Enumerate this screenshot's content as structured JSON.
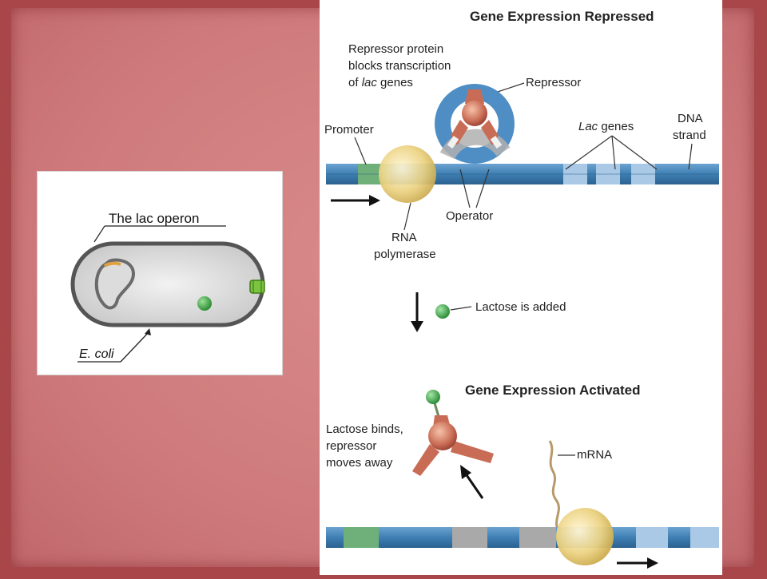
{
  "left_figure": {
    "title": "The lac operon",
    "cell_label": "E. coli"
  },
  "right_figure": {
    "repressed_title": "Gene Expression Repressed",
    "repressor_note_line1": "Repressor protein",
    "repressor_note_line2": "blocks transcription",
    "repressor_note_line3_prefix": "of ",
    "repressor_note_line3_italic": "lac",
    "repressor_note_line3_suffix": " genes",
    "repressor_label": "Repressor",
    "promoter_label": "Promoter",
    "lac_genes_italic": "Lac",
    "lac_genes_suffix": " genes",
    "dna_label_line1": "DNA",
    "dna_label_line2": "strand",
    "operator_label": "Operator",
    "rna_pol_line1": "RNA",
    "rna_pol_line2": "polymerase",
    "lactose_added": "Lactose is added",
    "activated_title": "Gene Expression Activated",
    "lactose_binds_line1": "Lactose binds,",
    "lactose_binds_line2": "repressor",
    "lactose_binds_line3": "moves away",
    "mrna_label": "mRNA"
  },
  "colors": {
    "dna_blue": "#3f7fb3",
    "dna_light": "#a9c9e6",
    "promoter_green": "#6fb07a",
    "operator_gray": "#a9a9a9",
    "polymerase_yellow": "#e6c96a",
    "repressor_red": "#c96c55",
    "lactose_green": "#3aa64a"
  }
}
